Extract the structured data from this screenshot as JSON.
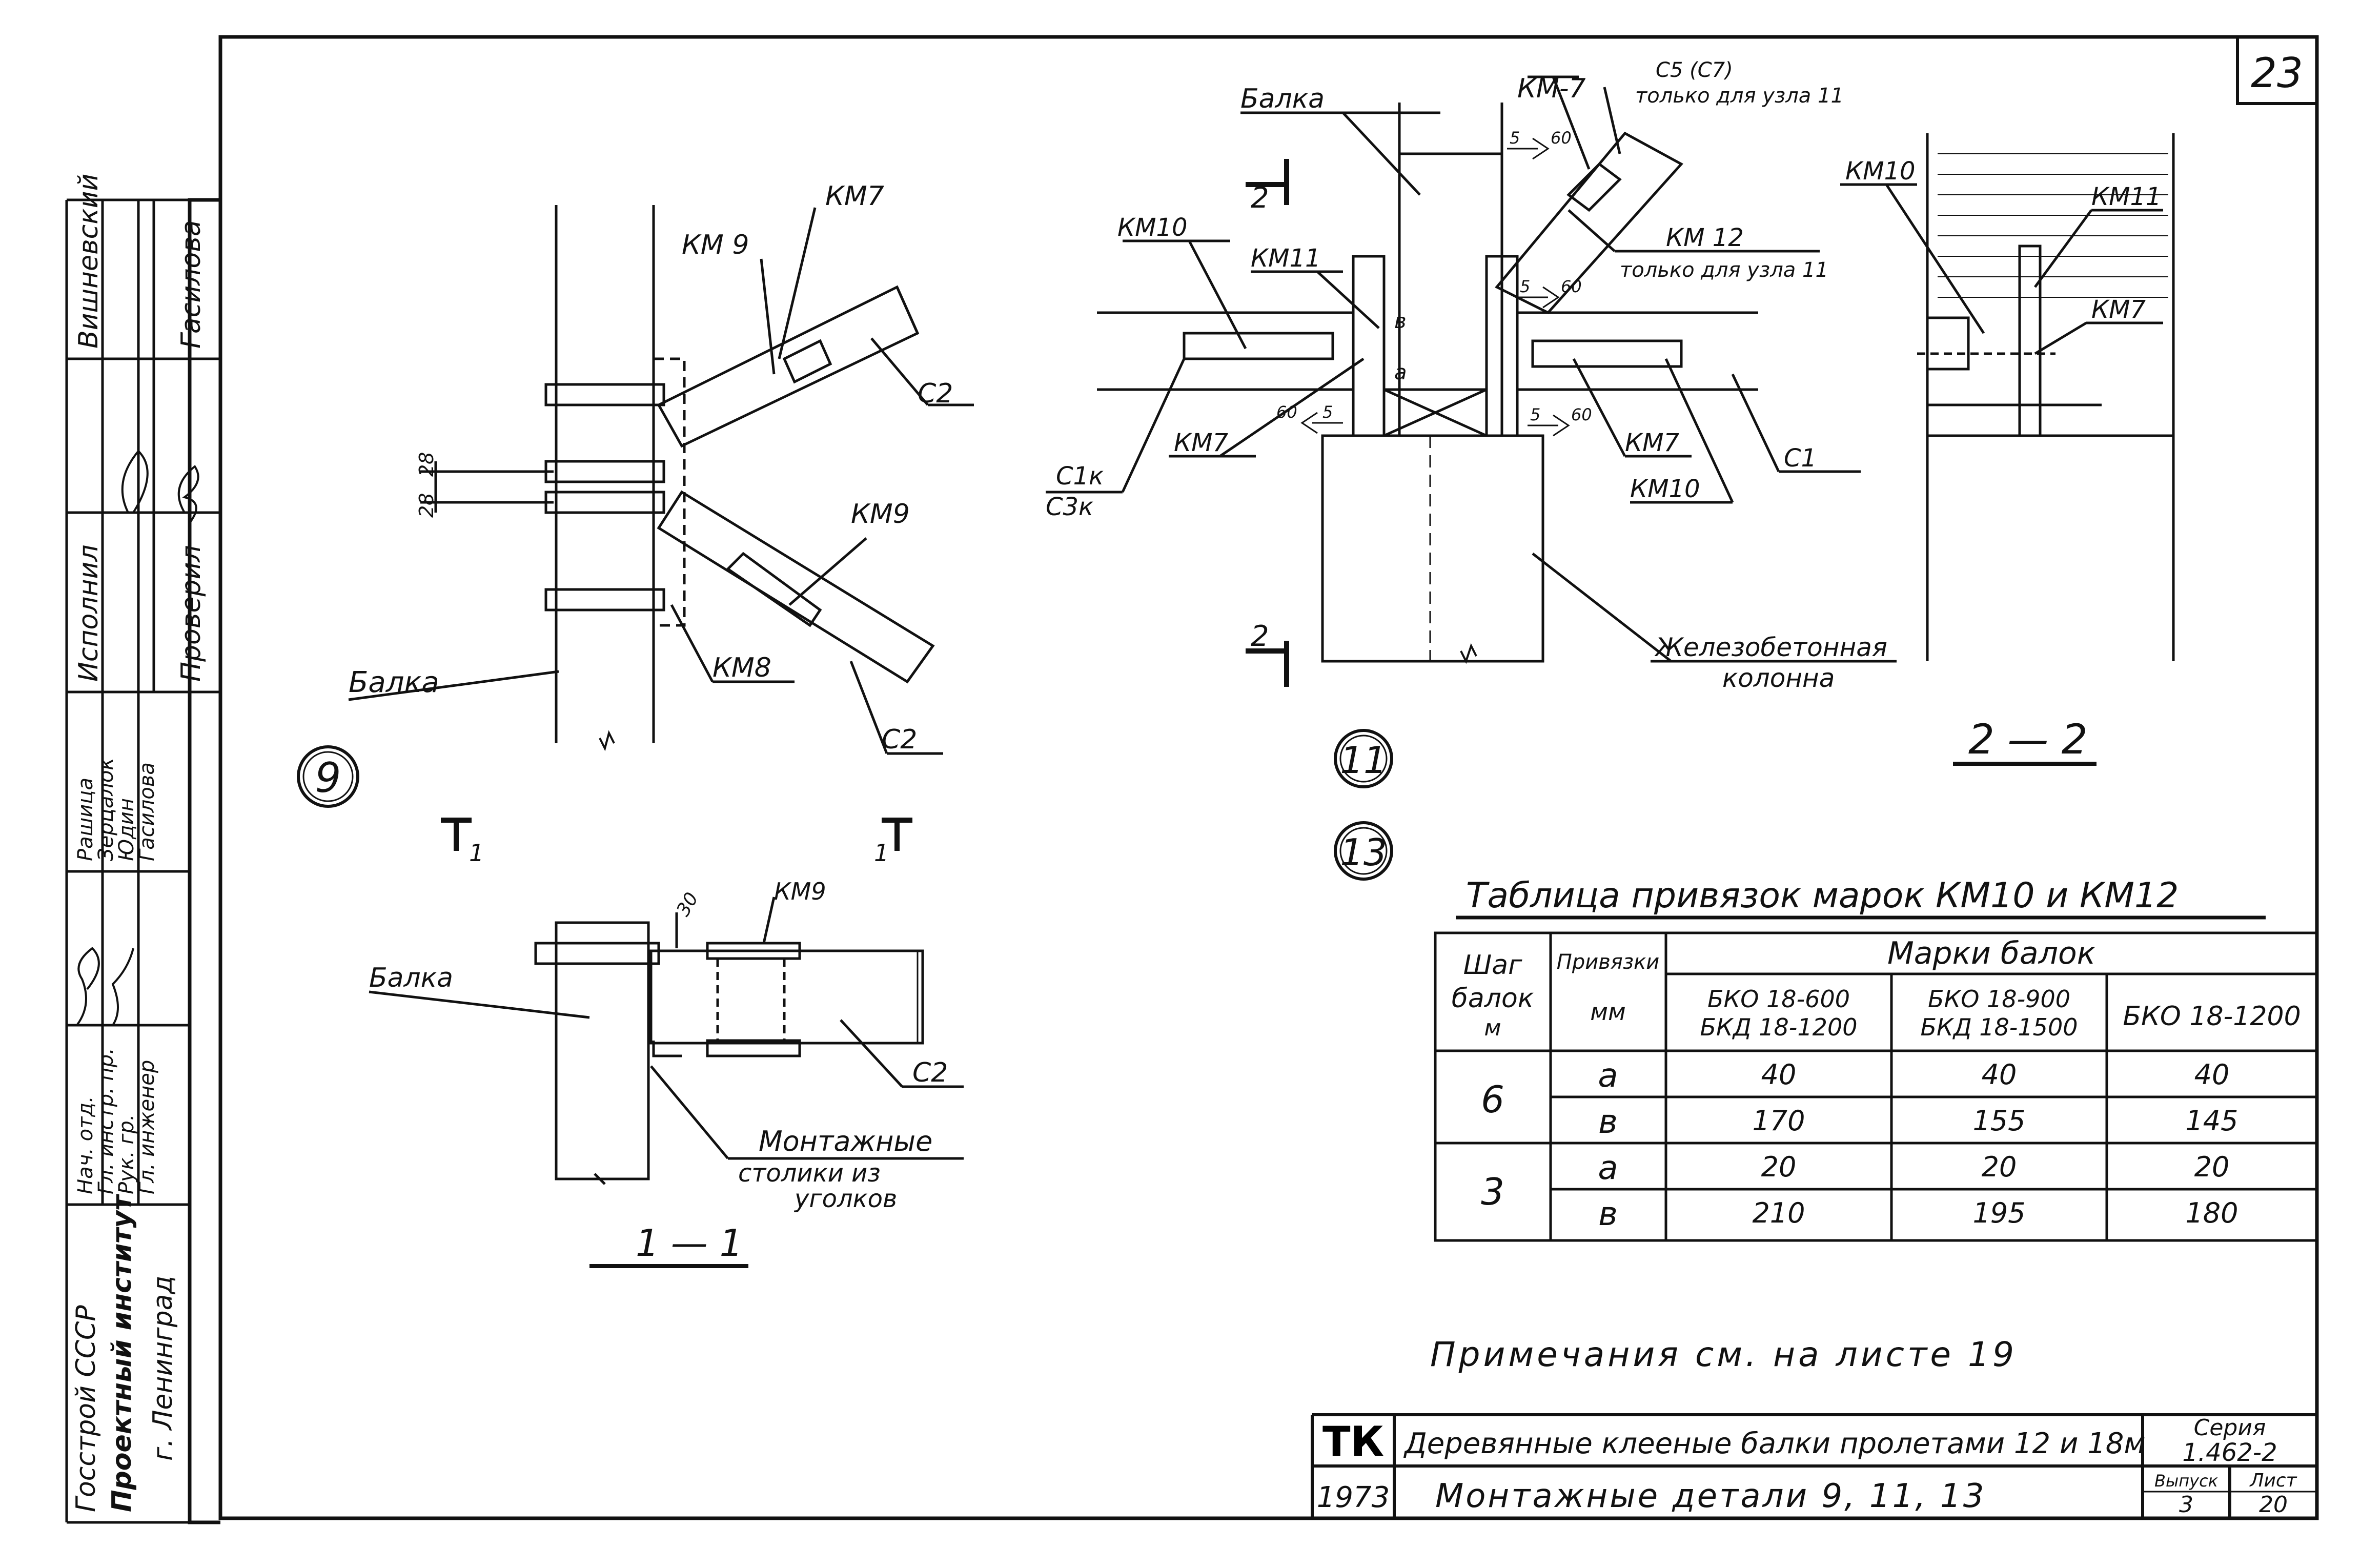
{
  "sheet": {
    "page_number": "23",
    "notes": "Примечания см. на листе 19",
    "stamp_side": {
      "org": [
        "Госстрой СССР",
        "Проектный институт",
        "г. Ленинград"
      ],
      "roles": [
        "Нач. отд.",
        "Гл. инстр. пр.",
        "Рук. гр.",
        "Гл. инженер"
      ],
      "names": [
        "Рашица",
        "Зерцалок",
        "Юдин",
        "Гасилова"
      ],
      "row2_roles": [
        "Исполнил",
        "Проверил"
      ],
      "row2_names": [
        "Вишневский",
        "Гасилова"
      ]
    },
    "title_block": {
      "code": "ТК",
      "year": "1973",
      "line1": "Деревянные клееные балки пролетами 12 и 18м",
      "line2": "Монтажные детали 9, 11, 13",
      "series_label": "Серия",
      "series_value": "1.462-2",
      "issue_label": "Выпуск",
      "issue_value": "3",
      "sheet_label": "Лист",
      "sheet_value": "20"
    }
  },
  "detail9": {
    "number": "9",
    "labels": {
      "km9_top": "КМ 9",
      "km7": "КМ7",
      "c2_top": "С2",
      "km9_bot": "КМ9",
      "km8": "КМ8",
      "c2_bot": "С2",
      "beam": "Балка",
      "dim1": "28",
      "dim2": "28",
      "cut_left": "1",
      "cut_right": "1"
    }
  },
  "section11": {
    "title": "1 — 1",
    "labels": {
      "beam": "Балка",
      "km9": "КМ9",
      "c2": "С2",
      "dim": "30",
      "note": [
        "Монтажные",
        "столики из",
        "уголков"
      ]
    }
  },
  "detail11": {
    "numbers": [
      "11",
      "13"
    ],
    "labels": {
      "beam": "Балка",
      "km7_top": "КМ-7",
      "c5": "С5 (С7)",
      "c5_note": "только для узла 11",
      "km10_left": "КМ10",
      "km11": "КМ11",
      "km12": "КМ 12",
      "km12_note": "только для узла 11",
      "c1k": "С1к",
      "c3k": "С3к",
      "km7_left": "КМ7",
      "km7_right": "КМ7",
      "km10_right": "КМ10",
      "c1": "С1",
      "cut_top": "2",
      "cut_bot": "2",
      "column": "Железобетонная",
      "column2": "колонна",
      "weld_a": "5",
      "weld_b": "60",
      "a": "a",
      "b": "в"
    }
  },
  "section22": {
    "title": "2 — 2",
    "labels": {
      "km10": "КМ10",
      "km11": "КМ11",
      "km7": "КМ7"
    }
  },
  "table": {
    "title": "Таблица привязок марок КМ10 и КМ12",
    "head_step": [
      "Шаг",
      "балок",
      "м"
    ],
    "head_bind": [
      "Привязки",
      "мм"
    ],
    "head_marks": "Марки балок",
    "marks": [
      [
        "БКО 18-600",
        "БКД 18-1200"
      ],
      [
        "БКО 18-900",
        "БКД 18-1500"
      ],
      [
        "БКО 18-1200",
        ""
      ]
    ],
    "rows": [
      {
        "step": "6",
        "bind": "a",
        "v": [
          "40",
          "40",
          "40"
        ]
      },
      {
        "step": "",
        "bind": "в",
        "v": [
          "170",
          "155",
          "145"
        ]
      },
      {
        "step": "3",
        "bind": "a",
        "v": [
          "20",
          "20",
          "20"
        ]
      },
      {
        "step": "",
        "bind": "в",
        "v": [
          "210",
          "195",
          "180"
        ]
      }
    ]
  }
}
